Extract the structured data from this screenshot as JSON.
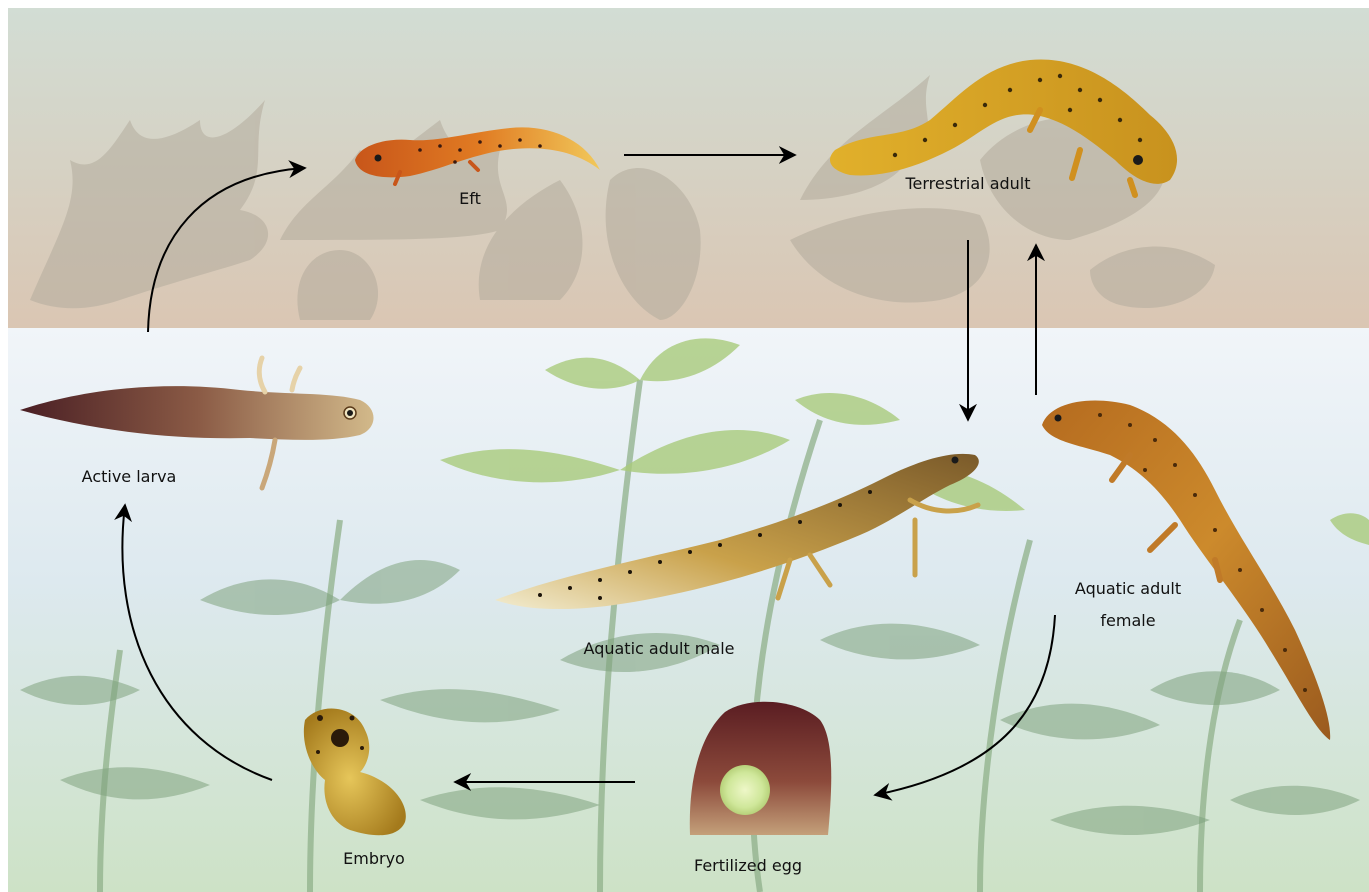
{
  "labels": {
    "eft": "Eft",
    "terrestrial_adult": "Terrestrial adult",
    "active_larva": "Active larva",
    "aquatic_adult_male": "Aquatic adult male",
    "aquatic_adult_female_line1": "Aquatic adult",
    "aquatic_adult_female_line2": "female",
    "embryo": "Embryo",
    "fertilized_egg": "Fertilized egg"
  },
  "colors": {
    "land_top": "#cfdcd2",
    "land_bottom": "#d9c6b4",
    "water_top": "#eef3f8",
    "water_bottom": "#cfe3c8",
    "leaf_silhouette": "#b5aea0",
    "plant_light": "#b9d58a",
    "plant_dark": "#7fa27e",
    "eft_orange": "#d9701e",
    "adult_yellow": "#d4a425",
    "arrow": "#000000"
  },
  "icons": [
    "leaf-silhouette",
    "aquatic-plant",
    "eft-illustration",
    "terrestrial-adult-illustration",
    "active-larva-illustration",
    "aquatic-male-illustration",
    "aquatic-female-illustration",
    "embryo-illustration",
    "fertilized-egg-illustration"
  ]
}
